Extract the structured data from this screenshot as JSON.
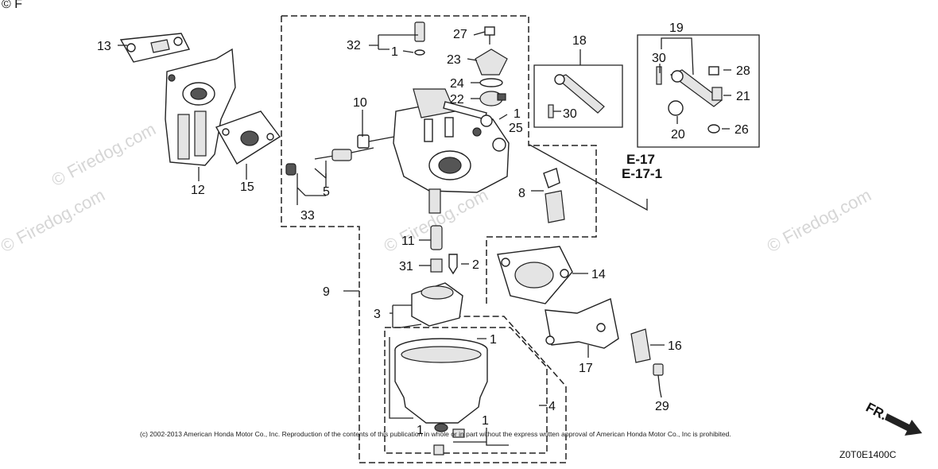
{
  "watermarks": [
    "© Firedog.com",
    "© Firedog.com",
    "© Firedog.com",
    "© Firedog.com"
  ],
  "corner_mark": "© F",
  "callouts": {
    "p1": "1",
    "p2": "2",
    "p3": "3",
    "p4": "4",
    "p5": "5",
    "p8": "8",
    "p9": "9",
    "p10": "10",
    "p11": "11",
    "p12": "12",
    "p13": "13",
    "p14": "14",
    "p15": "15",
    "p16": "16",
    "p17": "17",
    "p18": "18",
    "p19": "19",
    "p20": "20",
    "p21": "21",
    "p22": "22",
    "p23": "23",
    "p24": "24",
    "p25": "25",
    "p26": "26",
    "p27": "27",
    "p28": "28",
    "p29": "29",
    "p30": "30",
    "p31": "31",
    "p32": "32",
    "p33": "33"
  },
  "references": [
    "E-17",
    "E-17-1"
  ],
  "front_label": "FR.",
  "copyright": "(c) 2002-2013 American Honda Motor Co., Inc. Reproduction of the contents of this publication in whole or in part without the express written approval of American Honda Motor Co., Inc is prohibited.",
  "diagram_code": "Z0T0E1400C"
}
